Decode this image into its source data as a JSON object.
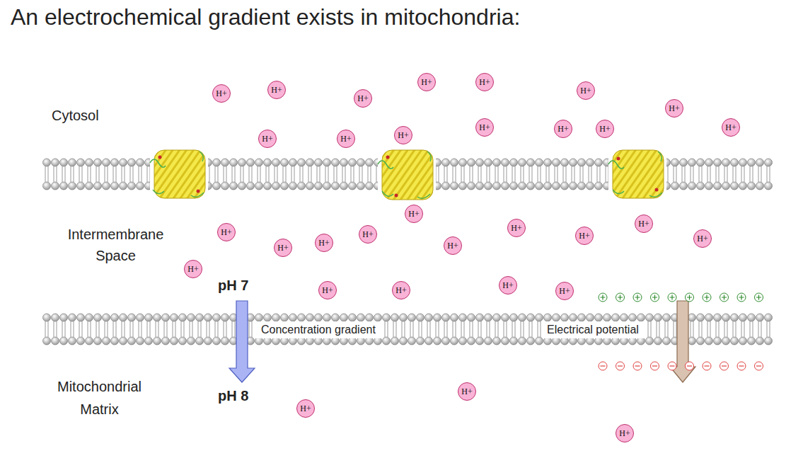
{
  "diagram": {
    "title": "An electrochemical gradient exists in mitochondria:",
    "nodes": [
      {
        "text": [
          "H+"
        ]
      },
      {
        "text": [
          "H+"
        ]
      },
      {
        "text": [
          "H+"
        ]
      },
      {
        "text": [
          "H+"
        ]
      },
      {
        "text": [
          "H+"
        ]
      },
      {
        "text": [
          "H+"
        ]
      },
      {
        "text": [
          "H+"
        ]
      },
      {
        "text": [
          "H+"
        ]
      },
      {
        "text": [
          "H+"
        ]
      },
      {
        "text": [
          "H+"
        ]
      },
      {
        "text": [
          "H+"
        ]
      },
      {
        "text": [
          "H+"
        ]
      },
      {
        "text": [
          "H+"
        ]
      },
      {
        "text": [
          "H+"
        ]
      },
      {
        "text": [
          "H+"
        ]
      },
      {
        "text": [
          "H+"
        ]
      },
      {
        "text": [
          "H+"
        ]
      },
      {
        "text": [
          "H+"
        ]
      },
      {
        "text": [
          "H+"
        ]
      },
      {
        "text": [
          "H+"
        ]
      },
      {
        "text": [
          "H+"
        ]
      },
      {
        "text": [
          "H+"
        ]
      },
      {
        "text": [
          "H+"
        ]
      },
      {
        "text": [
          "H+"
        ]
      },
      {
        "text": [
          "H+"
        ]
      },
      {
        "text": [
          "H+"
        ]
      },
      {
        "text": [
          "H+"
        ]
      },
      {
        "text": [
          "H+"
        ]
      },
      {
        "text": [
          "H+"
        ]
      },
      {
        "text": [
          "Concentration gradient"
        ]
      },
      {
        "text": [
          "Electrical potential"
        ]
      },
      {
        "text": [
          "H+"
        ]
      },
      {
        "text": [
          "H+"
        ]
      },
      {
        "text": [
          "H+"
        ]
      }
    ],
    "labels": [
      "Cytosol",
      "Intermembrane Space",
      "pH 7",
      "pH 8",
      "Mitochondrial Matrix"
    ]
  }
}
